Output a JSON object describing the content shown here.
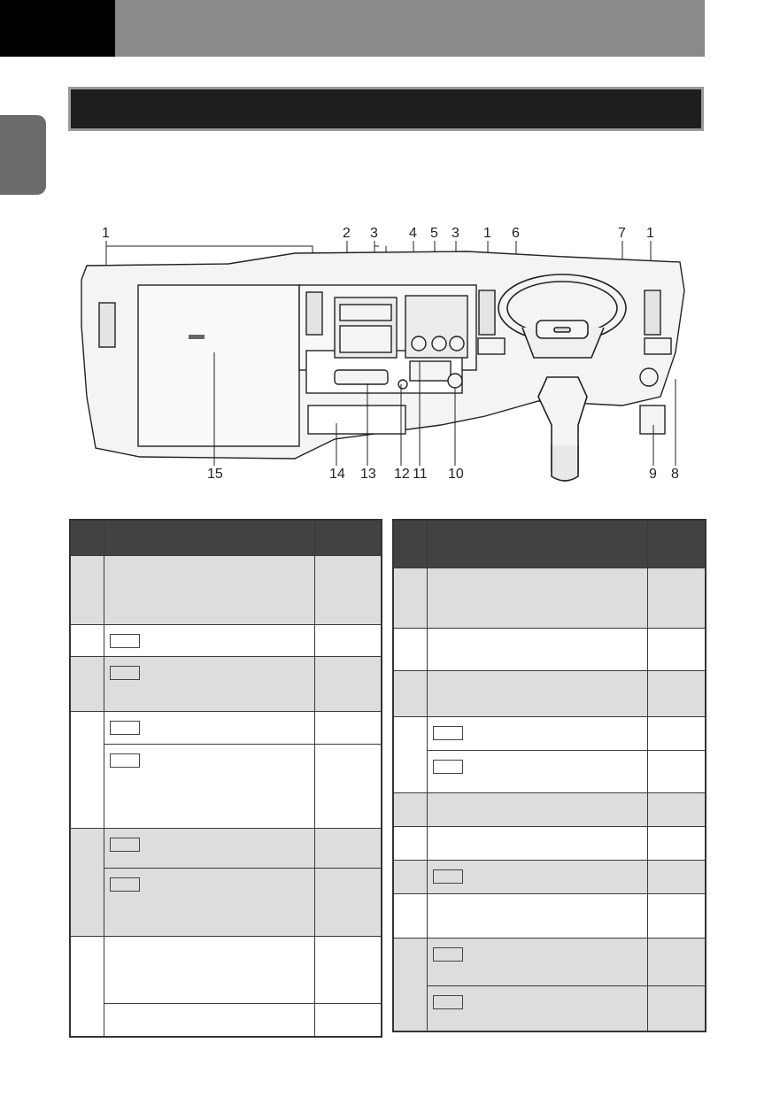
{
  "header": {
    "corner_color": "#000000",
    "bar_color": "#8a8a8a"
  },
  "section_bar": {
    "color": "#1e1e1e",
    "border": "#9a9a9a"
  },
  "figure": {
    "callouts_top": [
      "1",
      "2",
      "3",
      "4",
      "5",
      "3",
      "1",
      "6",
      "7",
      "1"
    ],
    "callouts_bottom": [
      "15",
      "14",
      "13",
      "12",
      "11",
      "10",
      "9",
      "8"
    ]
  },
  "tables": {
    "header_color": "#424242",
    "shade_color": "#dddddd"
  }
}
